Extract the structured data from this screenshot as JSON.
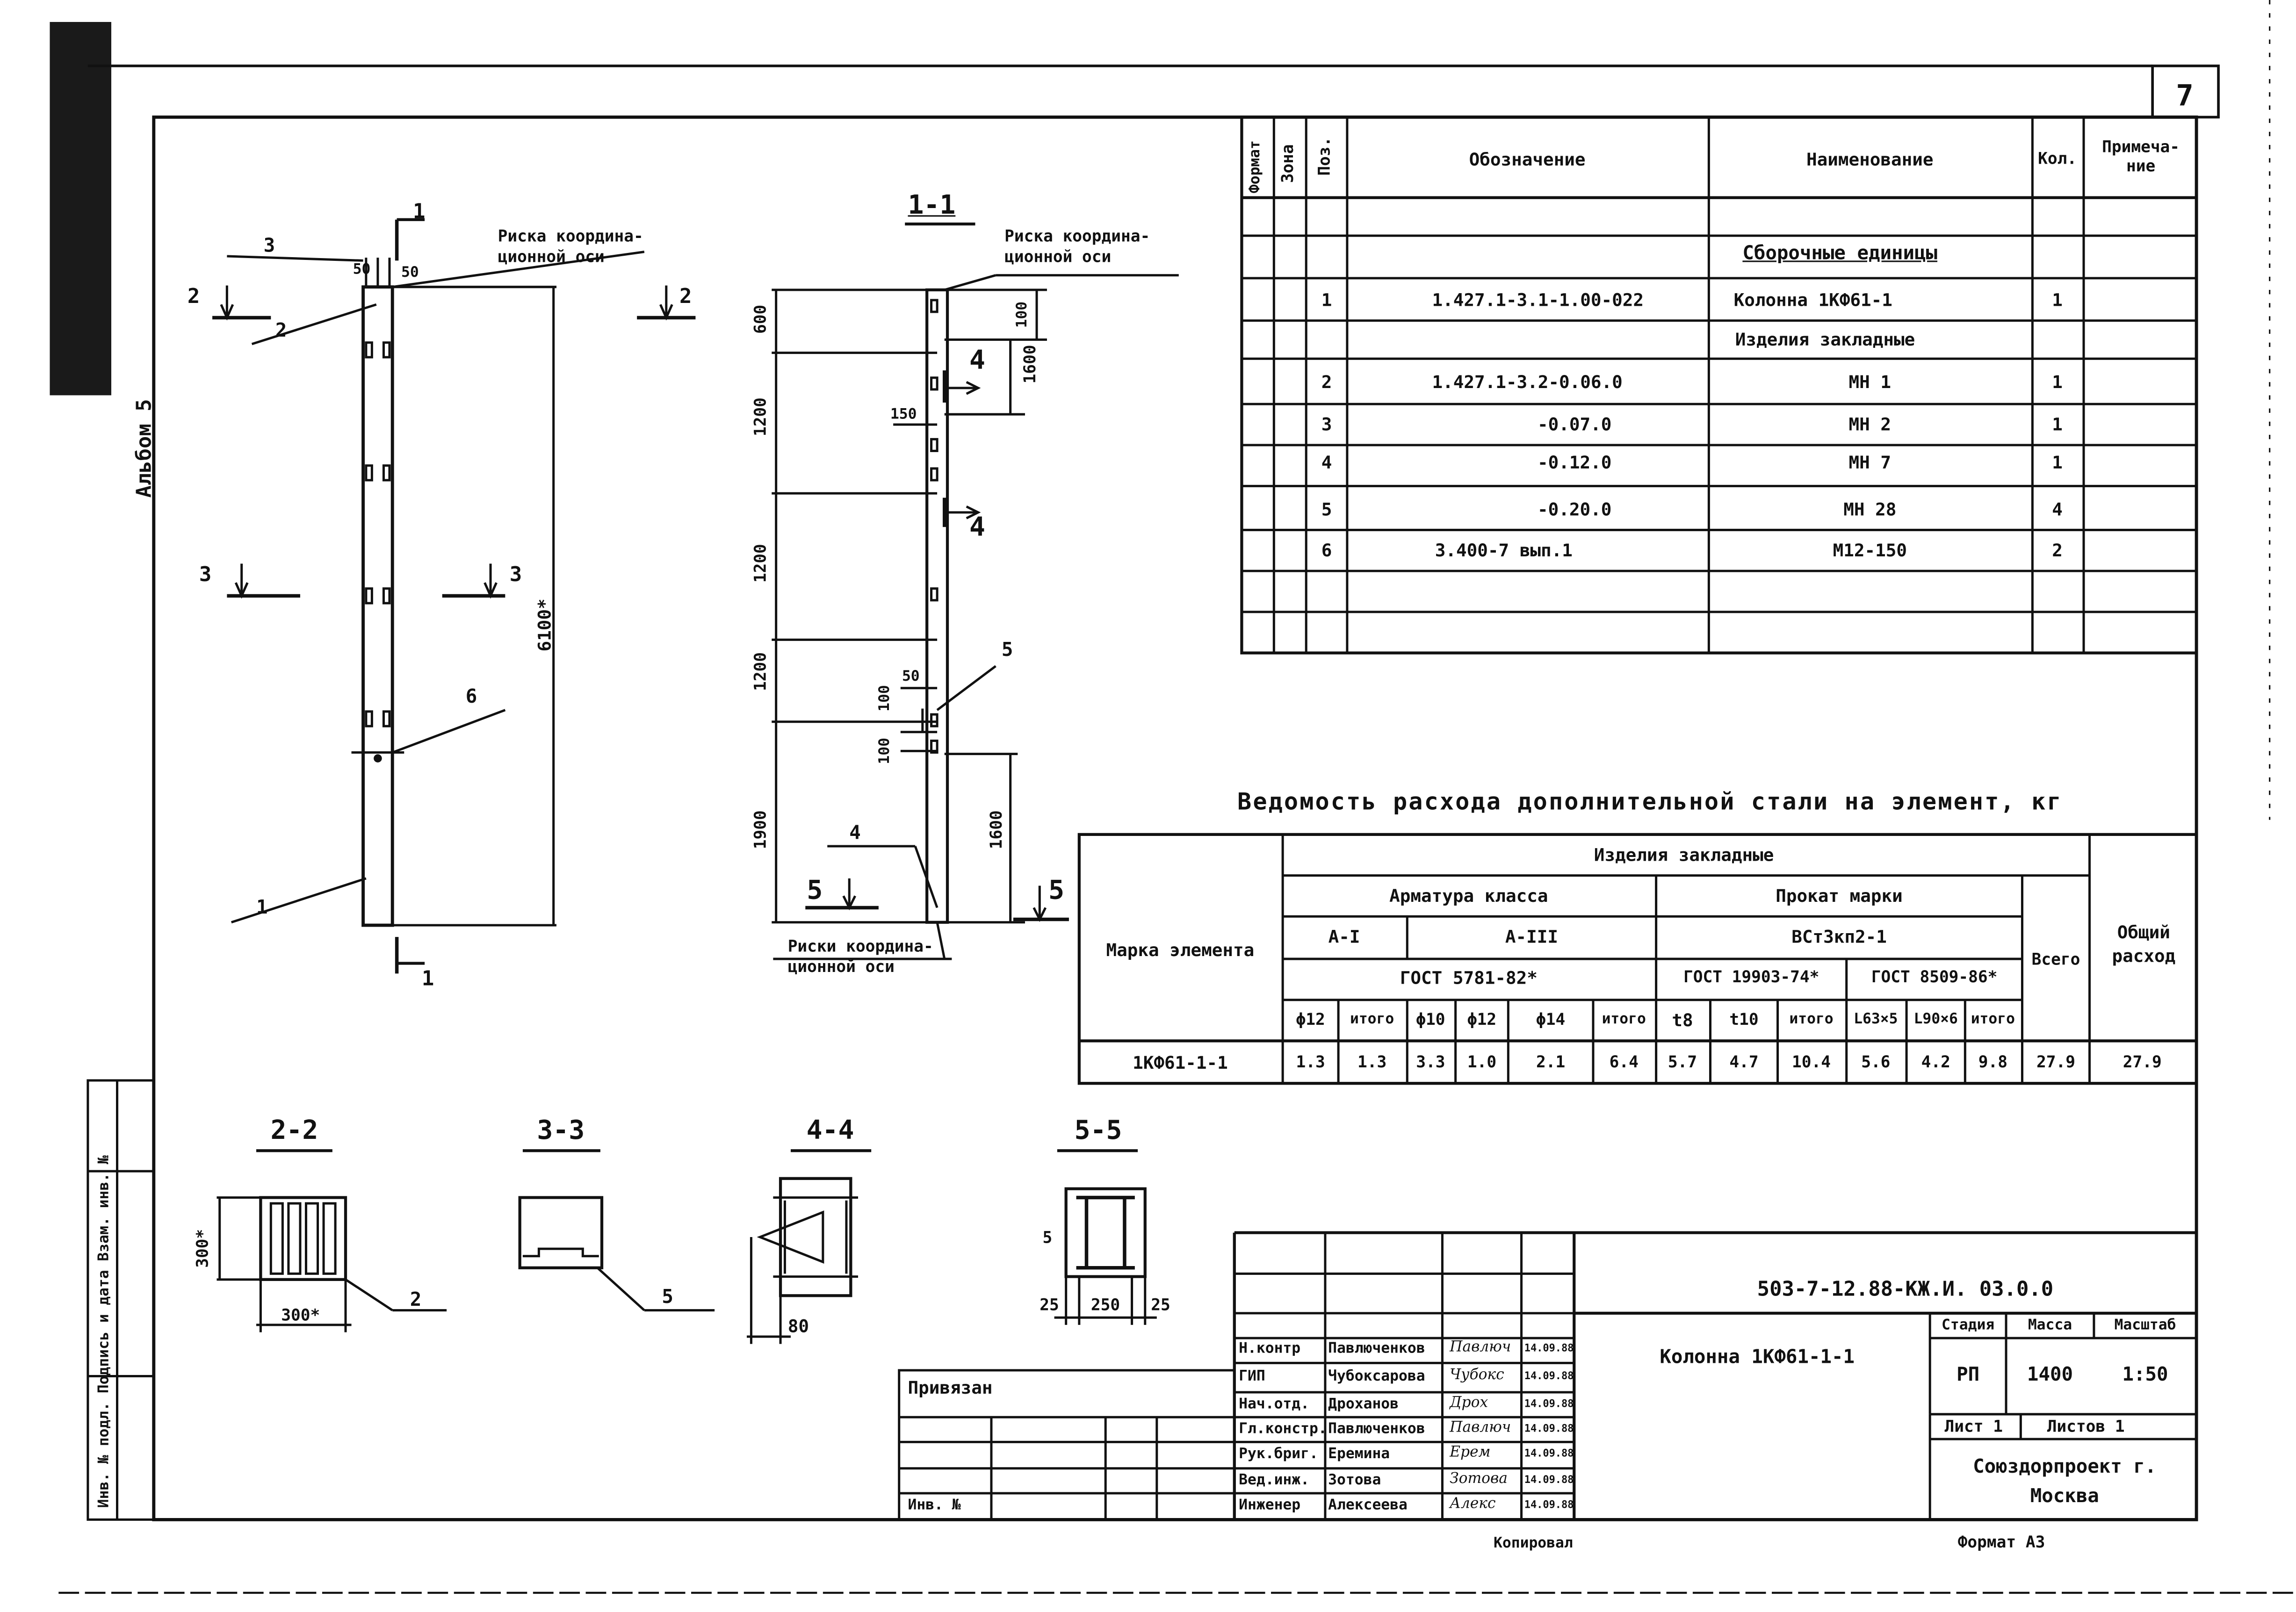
{
  "sheet": {
    "number": "7",
    "album": "Альбом 5",
    "stamp": "Инв. № подл.   Подпись и дата   Взам. инв. №"
  },
  "spec_table": {
    "headers": {
      "format": "Формат",
      "zone": "Зона",
      "pos": "Поз.",
      "designation": "Обозначение",
      "name": "Наименование",
      "qty": "Кол.",
      "note": "Примеча-ние"
    },
    "section_assemblies": "Сборочные единицы",
    "section_embedded": "Изделия закладные",
    "rows": [
      {
        "pos": "1",
        "designation": "1.427.1-3.1-1.00-022",
        "name": "Колонна 1КФ61-1",
        "qty": "1"
      },
      {
        "pos": "2",
        "designation": "1.427.1-3.2-0.06.0",
        "name": "МН 1",
        "qty": "1"
      },
      {
        "pos": "3",
        "designation": "-0.07.0",
        "name": "МН 2",
        "qty": "1"
      },
      {
        "pos": "4",
        "designation": "-0.12.0",
        "name": "МН 7",
        "qty": "1"
      },
      {
        "pos": "5",
        "designation": "-0.20.0",
        "name": "МН 28",
        "qty": "4"
      },
      {
        "pos": "6",
        "designation": "3.400-7 вып.1",
        "name": "М12-150",
        "qty": "2"
      }
    ]
  },
  "steel_table": {
    "title": "Ведомость расхода дополнительной стали на элемент, кг",
    "h_mark": "Марка элемента",
    "h_embedded": "Изделия закладные",
    "h_rebar": "Арматура класса",
    "h_rolled": "Прокат марки",
    "h_a1": "А-I",
    "h_a3": "А-III",
    "h_steel": "ВСт3кп2-1",
    "h_gost1": "ГОСТ 5781-82*",
    "h_gost2": "ГОСТ 19903-74*",
    "h_gost3": "ГОСТ 8509-86*",
    "h_total": "Всего",
    "h_overall": "Общий расход",
    "subcols": [
      "ϕ12",
      "итого",
      "ϕ10",
      "ϕ12",
      "ϕ14",
      "итого",
      "t8",
      "t10",
      "итого",
      "L63×5",
      "L90×6",
      "итого"
    ],
    "row": {
      "mark": "1КФ61-1-1",
      "values": [
        "1.3",
        "1.3",
        "3.3",
        "1.0",
        "2.1",
        "6.4",
        "5.7",
        "4.7",
        "10.4",
        "5.6",
        "4.2",
        "9.8"
      ],
      "total": "27.9",
      "overall": "27.9"
    }
  },
  "drawing": {
    "riska": "Риска координа-ционной оси",
    "riska_plural": "Риски координа-ционной оси",
    "section_1_1": "1-1",
    "section_2_2": "2-2",
    "section_3_3": "3-3",
    "section_4_4": "4-4",
    "section_5_5": "5-5",
    "dim_height": "6100*",
    "dims_side": [
      "600",
      "1200",
      "1200",
      "1200",
      "1900"
    ],
    "dim_100": "100",
    "dim_1600a": "1600",
    "dim_1600b": "1600",
    "dim_150": "150",
    "dim_50a": "50",
    "dim_100b": "100",
    "dim_100c": "100",
    "dim_50": "50",
    "dim_300h": "300*",
    "dim_300w": "300*",
    "dim_80": "80",
    "dim_25a": "25",
    "dim_250": "250",
    "dim_25b": "25",
    "dim_5": "5",
    "callouts": [
      "1",
      "2",
      "3",
      "4",
      "5",
      "6"
    ]
  },
  "title_block": {
    "code": "503-7-12.88-КЖ.И. 03.0.0",
    "title": "Колонна 1КФ61-1-1",
    "stage_h": "Стадия",
    "mass_h": "Масса",
    "scale_h": "Масштаб",
    "stage": "РП",
    "mass": "1400",
    "scale": "1:50",
    "sheet": "Лист 1",
    "sheets": "Листов 1",
    "org": "Союздорпроект г. Москва",
    "privyazan": "Привязан",
    "inv": "Инв. №",
    "copied": "Копировал",
    "format": "Формат А3",
    "people": [
      {
        "role": "Н.контр",
        "name": "Павлюченков",
        "sign": "Павлюч",
        "date": "14.09.88"
      },
      {
        "role": "ГИП",
        "name": "Чубоксарова",
        "sign": "Чубокс",
        "date": "14.09.88"
      },
      {
        "role": "Нач.отд.",
        "name": "Дроханов",
        "sign": "Дрох",
        "date": "14.09.88"
      },
      {
        "role": "Гл.констр.",
        "name": "Павлюченков",
        "sign": "Павлюч",
        "date": "14.09.88"
      },
      {
        "role": "Рук.бриг.",
        "name": "Еремина",
        "sign": "Ерем",
        "date": "14.09.88"
      },
      {
        "role": "Вед.инж.",
        "name": "Зотова",
        "sign": "Зотова",
        "date": "14.09.88"
      },
      {
        "role": "Инженер",
        "name": "Алексеева",
        "sign": "Алекс",
        "date": "14.09.88"
      }
    ]
  }
}
